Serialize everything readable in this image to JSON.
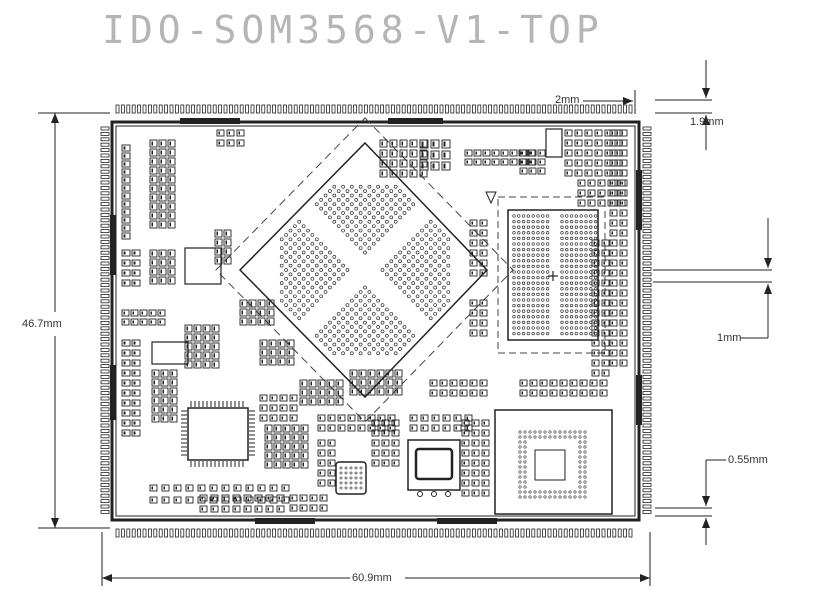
{
  "title": "IDO-SOM3568-V1-TOP",
  "dimensions": {
    "width": "60.9mm",
    "height": "46.7mm",
    "edge_gap": "2mm",
    "top_offset": "1.9mm",
    "pin_pitch": "1mm",
    "pad_offset": "0.55mm"
  },
  "colors": {
    "line": "#222222",
    "title": "#b5b5b5",
    "background": "#ffffff"
  }
}
